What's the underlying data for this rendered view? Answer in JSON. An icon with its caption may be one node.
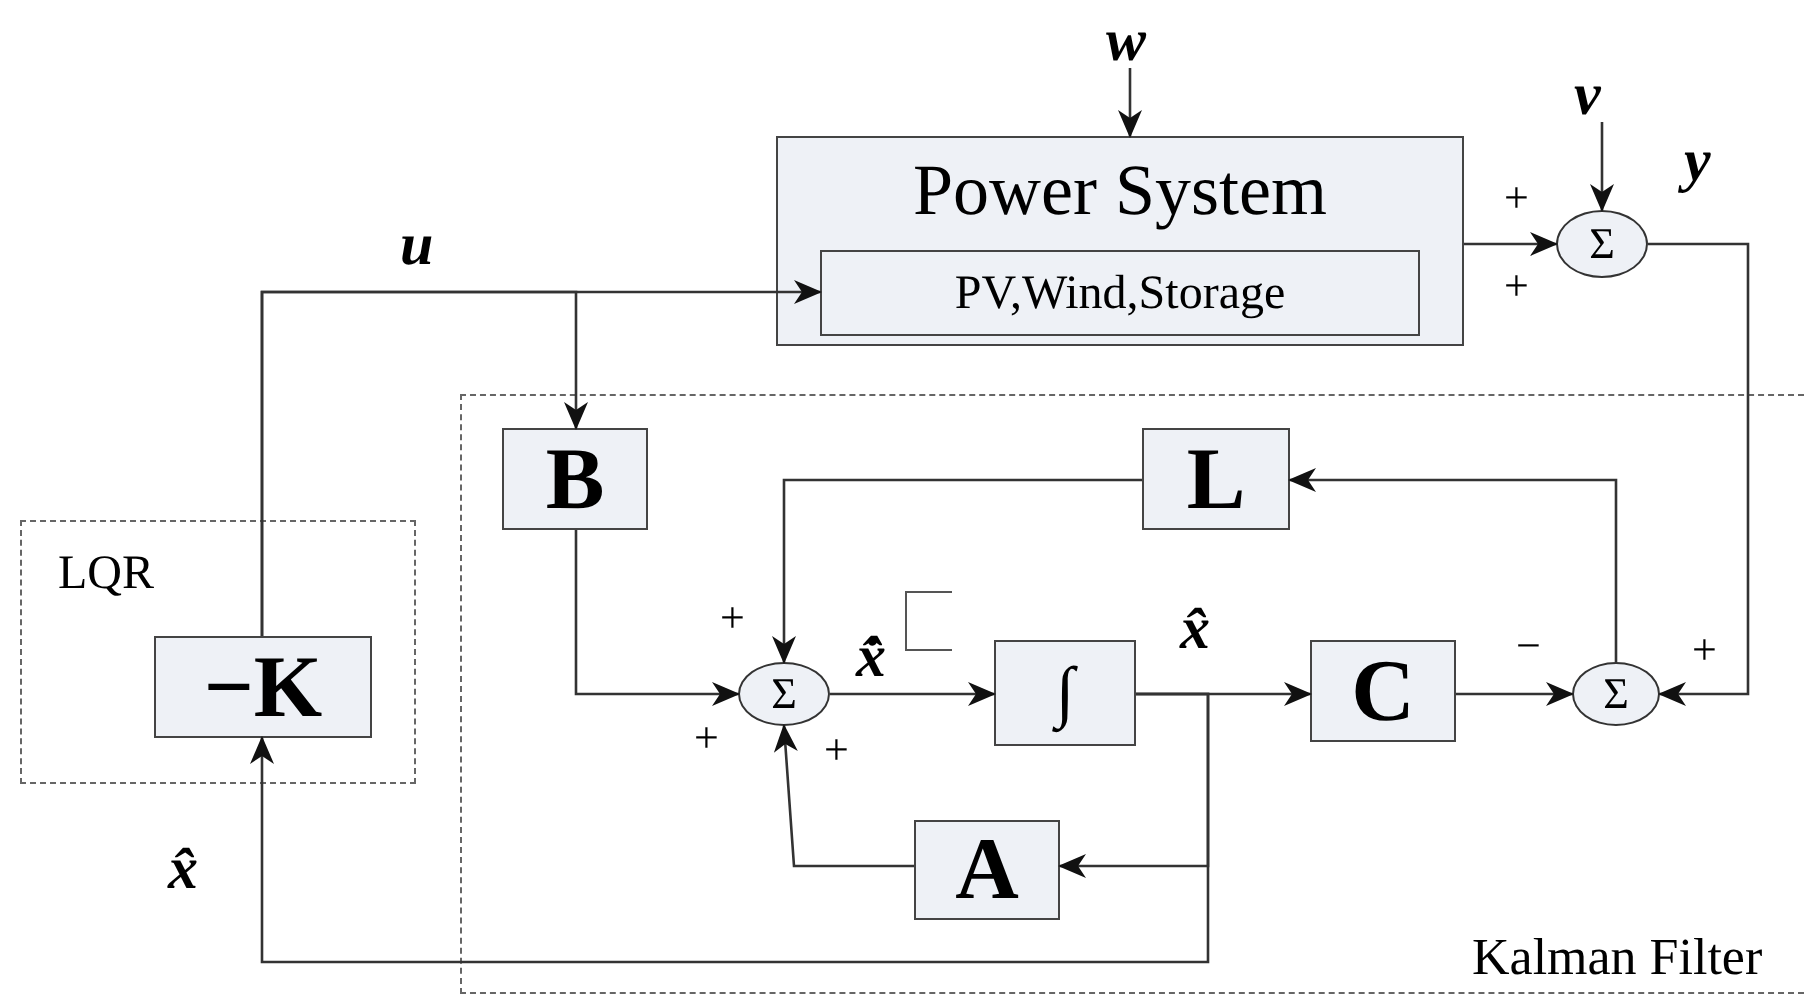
{
  "diagram": {
    "nodes": [
      {
        "text": [
          "w"
        ]
      },
      {
        "text": [
          "v"
        ]
      },
      {
        "text": [
          "Power System"
        ]
      },
      {
        "text": [
          "PV,Wind,Storage"
        ],
        "in": 2
      },
      {
        "text": [
          "Σ"
        ]
      },
      {
        "text": [
          "Kalman Filter"
        ]
      },
      {
        "text": [
          "B"
        ],
        "in": 5
      },
      {
        "text": [
          "L"
        ],
        "in": 5
      },
      {
        "text": [
          "Σ"
        ],
        "in": 5
      },
      {
        "text": [
          "∫"
        ],
        "in": 5
      },
      {
        "text": [
          "C"
        ],
        "in": 5
      },
      {
        "text": [
          "Σ"
        ],
        "in": 5
      },
      {
        "text": [
          "A"
        ],
        "in": 5
      },
      {
        "text": [
          "LQR"
        ]
      },
      {
        "text": [
          "−K"
        ],
        "in": 13
      }
    ],
    "edges": [
      {
        "from": 0,
        "to": 2,
        "arrow": "to"
      },
      {
        "from": 1,
        "to": 4,
        "arrow": "to"
      },
      {
        "from": 2,
        "to": 4,
        "arrow": "to"
      },
      {
        "from": 14,
        "to": 3,
        "arrow": "to",
        "label": "u"
      },
      {
        "from": 14,
        "to": 6,
        "arrow": "to"
      },
      {
        "from": 4,
        "to": 11,
        "arrow": "to",
        "label": "y"
      },
      {
        "from": 11,
        "to": 7,
        "arrow": "to"
      },
      {
        "from": 7,
        "to": 8,
        "arrow": "to"
      },
      {
        "from": 6,
        "to": 8,
        "arrow": "to"
      },
      {
        "from": 8,
        "to": 9,
        "arrow": "to",
        "label": "x̂̇"
      },
      {
        "from": 9,
        "to": 10,
        "arrow": "to",
        "label": "x̂"
      },
      {
        "from": 9,
        "to": 12,
        "arrow": "to"
      },
      {
        "from": 12,
        "to": 8,
        "arrow": "to"
      },
      {
        "from": 9,
        "to": 14,
        "arrow": "to",
        "label": "x̂"
      },
      {
        "from": 10,
        "to": 11,
        "arrow": "to"
      }
    ],
    "labels": [
      "+",
      "+",
      "+",
      "+",
      "+",
      "−",
      "+"
    ]
  }
}
